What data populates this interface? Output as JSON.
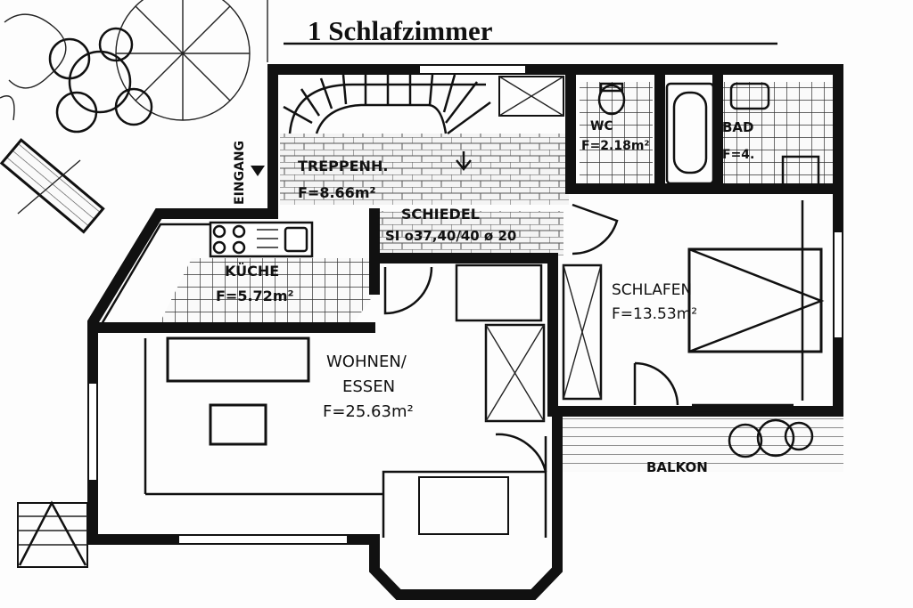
{
  "title": "1 Schlafzimmer",
  "entrance": {
    "label": "EINGANG"
  },
  "rooms": {
    "stairwell": {
      "name": "TREPPENH.",
      "area": "F=8.66m²"
    },
    "chimney": {
      "name": "SCHIEDEL",
      "spec": "SI o37,40/40 ø 20"
    },
    "wc": {
      "name": "WC",
      "area": "F=2.18m²"
    },
    "bath": {
      "name": "BAD",
      "area": "F=4."
    },
    "kitchen": {
      "name": "KÜCHE",
      "area": "F=5.72m²"
    },
    "bedroom": {
      "name": "SCHLAFEN",
      "area": "F=13.53m²"
    },
    "living_line1": "WOHNEN/",
    "living_line2": "ESSEN",
    "living_area": "F=25.63m²",
    "balcony": {
      "name": "BALKON"
    }
  },
  "colors": {
    "ink": "#111111",
    "paper": "#fdfdfd"
  }
}
